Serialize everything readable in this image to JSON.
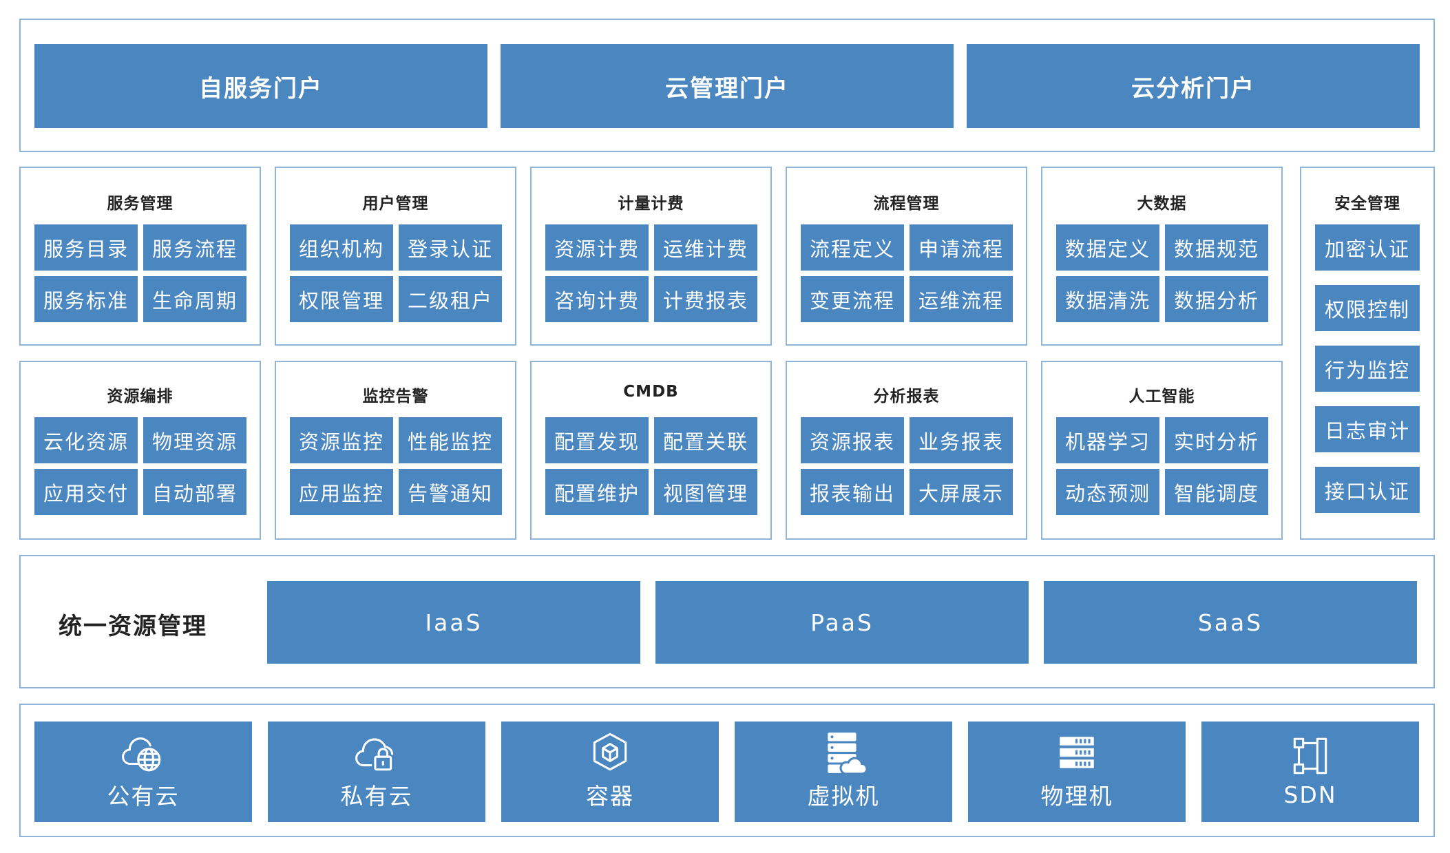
{
  "portals": [
    "自服务门户",
    "云管理门户",
    "云分析门户"
  ],
  "modules": [
    {
      "title": "服务管理",
      "items": [
        "服务目录",
        "服务流程",
        "服务标准",
        "生命周期"
      ]
    },
    {
      "title": "用户管理",
      "items": [
        "组织机构",
        "登录认证",
        "权限管理",
        "二级租户"
      ]
    },
    {
      "title": "计量计费",
      "items": [
        "资源计费",
        "运维计费",
        "咨询计费",
        "计费报表"
      ]
    },
    {
      "title": "流程管理",
      "items": [
        "流程定义",
        "申请流程",
        "变更流程",
        "运维流程"
      ]
    },
    {
      "title": "大数据",
      "items": [
        "数据定义",
        "数据规范",
        "数据清洗",
        "数据分析"
      ]
    },
    {
      "title": "资源编排",
      "items": [
        "云化资源",
        "物理资源",
        "应用交付",
        "自动部署"
      ]
    },
    {
      "title": "监控告警",
      "items": [
        "资源监控",
        "性能监控",
        "应用监控",
        "告警通知"
      ]
    },
    {
      "title": "CMDB",
      "items": [
        "配置发现",
        "配置关联",
        "配置维护",
        "视图管理"
      ]
    },
    {
      "title": "分析报表",
      "items": [
        "资源报表",
        "业务报表",
        "报表输出",
        "大屏展示"
      ]
    },
    {
      "title": "人工智能",
      "items": [
        "机器学习",
        "实时分析",
        "动态预测",
        "智能调度"
      ]
    }
  ],
  "security": {
    "title": "安全管理",
    "items": [
      "加密认证",
      "权限控制",
      "行为监控",
      "日志审计",
      "接口认证"
    ]
  },
  "resource": {
    "title": "统一资源管理",
    "layers": [
      "IaaS",
      "PaaS",
      "SaaS"
    ]
  },
  "infra": [
    {
      "label": "公有云",
      "icon": "cloud-globe-icon"
    },
    {
      "label": "私有云",
      "icon": "cloud-lock-icon"
    },
    {
      "label": "容器",
      "icon": "container-cube-icon"
    },
    {
      "label": "虚拟机",
      "icon": "server-cloud-icon"
    },
    {
      "label": "物理机",
      "icon": "server-rack-icon"
    },
    {
      "label": "SDN",
      "icon": "sdn-network-icon"
    }
  ],
  "colors": {
    "block": "#4a86bf",
    "border": "#8fb4d8",
    "text": "#222222"
  }
}
